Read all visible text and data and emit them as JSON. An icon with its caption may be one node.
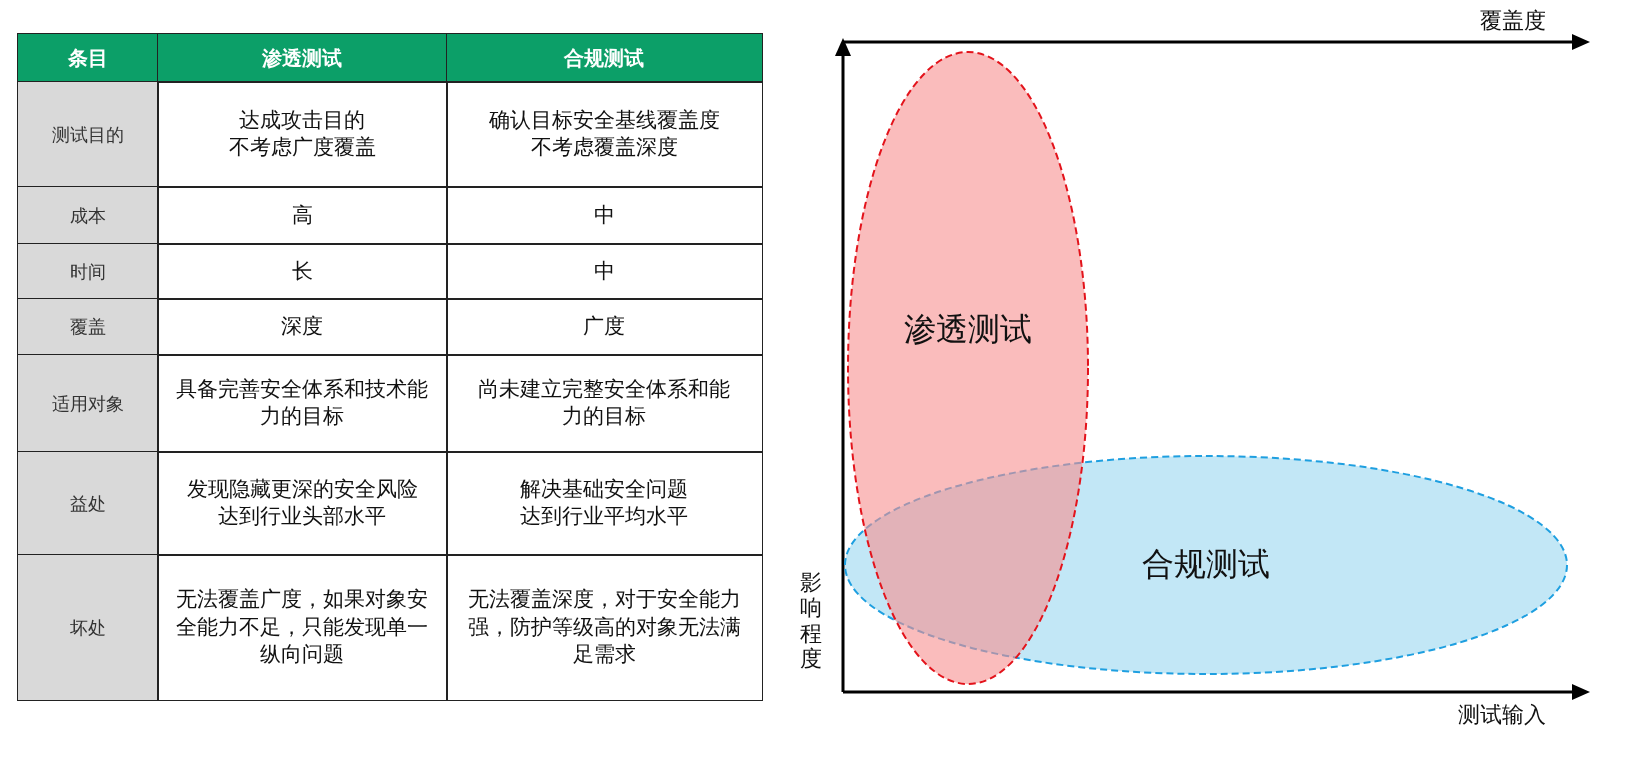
{
  "diagram": {
    "nodes": [
      {
        "text": [
          "渗透测试"
        ]
      },
      {
        "text": [
          "合规测试"
        ]
      }
    ],
    "labels": [
      "条目",
      "渗透测试",
      "合规测试",
      "测试目的",
      "达成攻击目的不考虑广度覆盖",
      "确认目标安全基线覆盖度不考虑覆盖深度",
      "成本",
      "高",
      "中",
      "时间",
      "长",
      "中",
      "覆盖",
      "深度",
      "广度",
      "适用对象",
      "具备完善安全体系和技术能力的目标",
      "尚未建立完整安全体系和能力的目标",
      "益处",
      "发现隐藏更深的安全风险达到行业头部水平",
      "解决基础安全问题达到行业平均水平",
      "坏处",
      "无法覆盖广度，如果对象安全能力不足，只能发现单一纵向问题",
      "无法覆盖深度，对于安全能力强，防护等级高的对象无法满足需求",
      "覆盖度",
      "影响程度",
      "测试输入"
    ]
  }
}
